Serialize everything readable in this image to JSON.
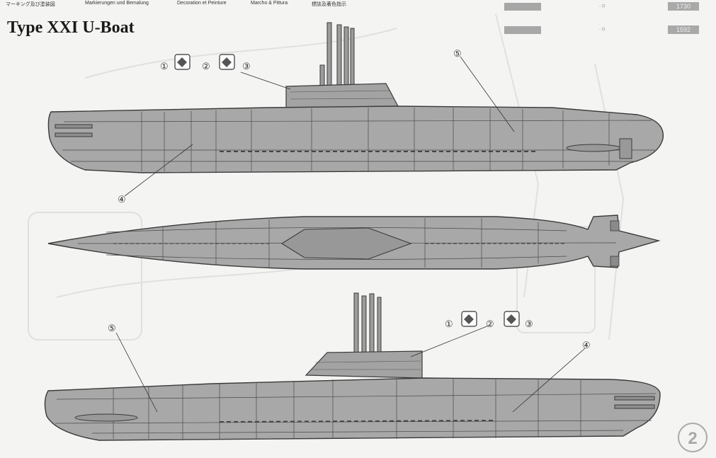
{
  "header": {
    "items": [
      "マーキング及び塗装図",
      "Markierungen und Bemalung",
      "Decoration et Peinture",
      "Marcho & Pittura",
      "標誌及著色指示"
    ]
  },
  "title": "Type XXI U-Boat",
  "color_codes": [
    {
      "code": "1730",
      "mini": "- ⊡"
    },
    {
      "code": "1592",
      "mini": "- ⊡"
    }
  ],
  "callouts": {
    "c1": "①",
    "c2": "②",
    "c3": "③",
    "c4": "④",
    "c5": "⑤"
  },
  "page_number": "2",
  "colors": {
    "hull": "#a8a8a8",
    "outline": "#3a3a3a",
    "paper": "#f4f4f2"
  }
}
